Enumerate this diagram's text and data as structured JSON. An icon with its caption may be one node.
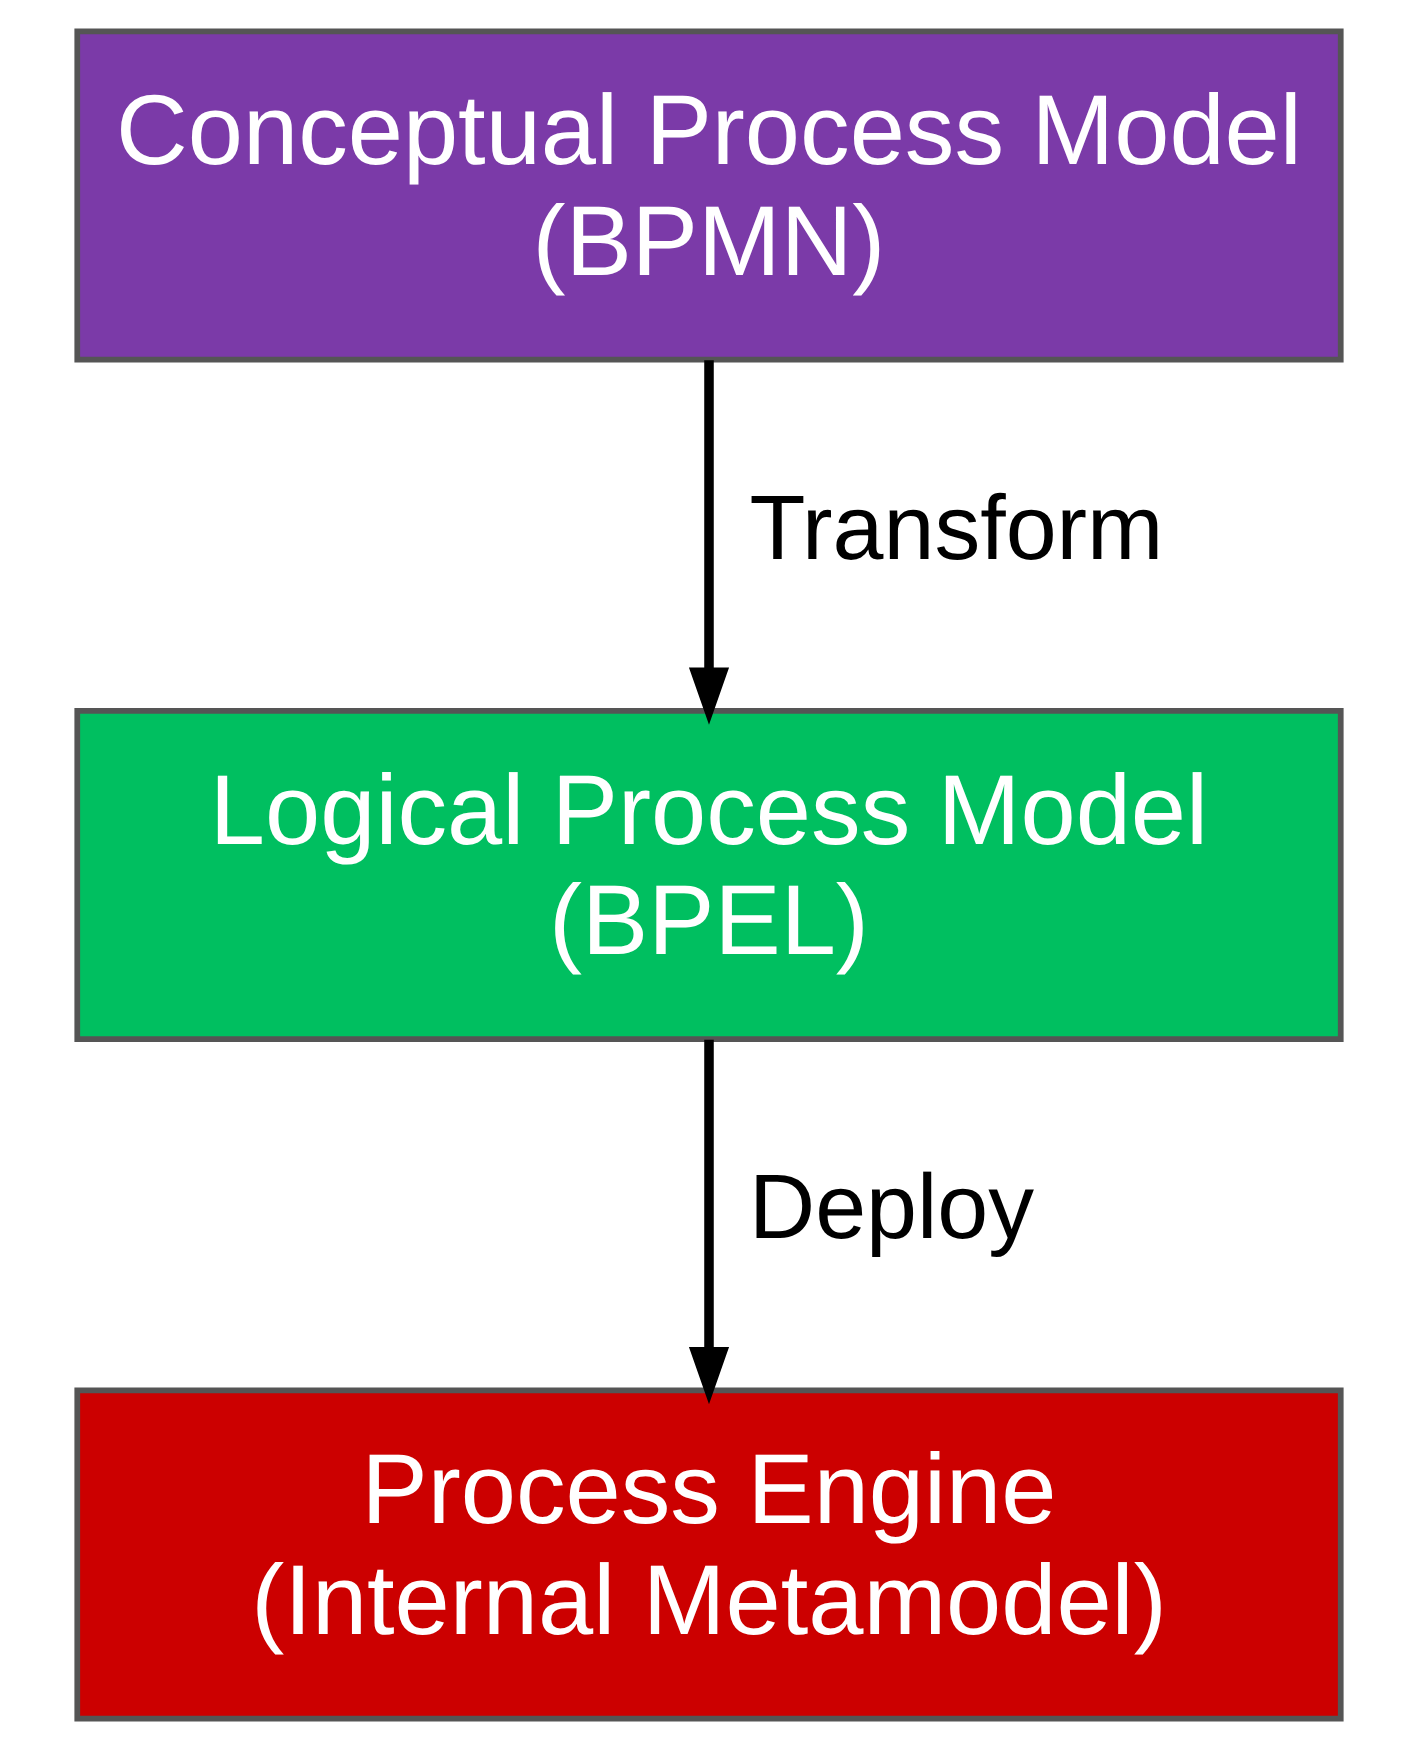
{
  "diagram": {
    "nodes": [
      {
        "text": [
          "Conceptual Process Model",
          "(BPMN)"
        ]
      },
      {
        "text": [
          "Logical Process Model",
          "(BPEL)"
        ]
      },
      {
        "text": [
          "Process Engine",
          "(Internal Metamodel)"
        ]
      }
    ],
    "edges": [
      {
        "from": 0,
        "to": 1,
        "arrow": "to",
        "label": "Transform"
      },
      {
        "from": 1,
        "to": 2,
        "arrow": "to",
        "label": "Deploy"
      }
    ]
  }
}
